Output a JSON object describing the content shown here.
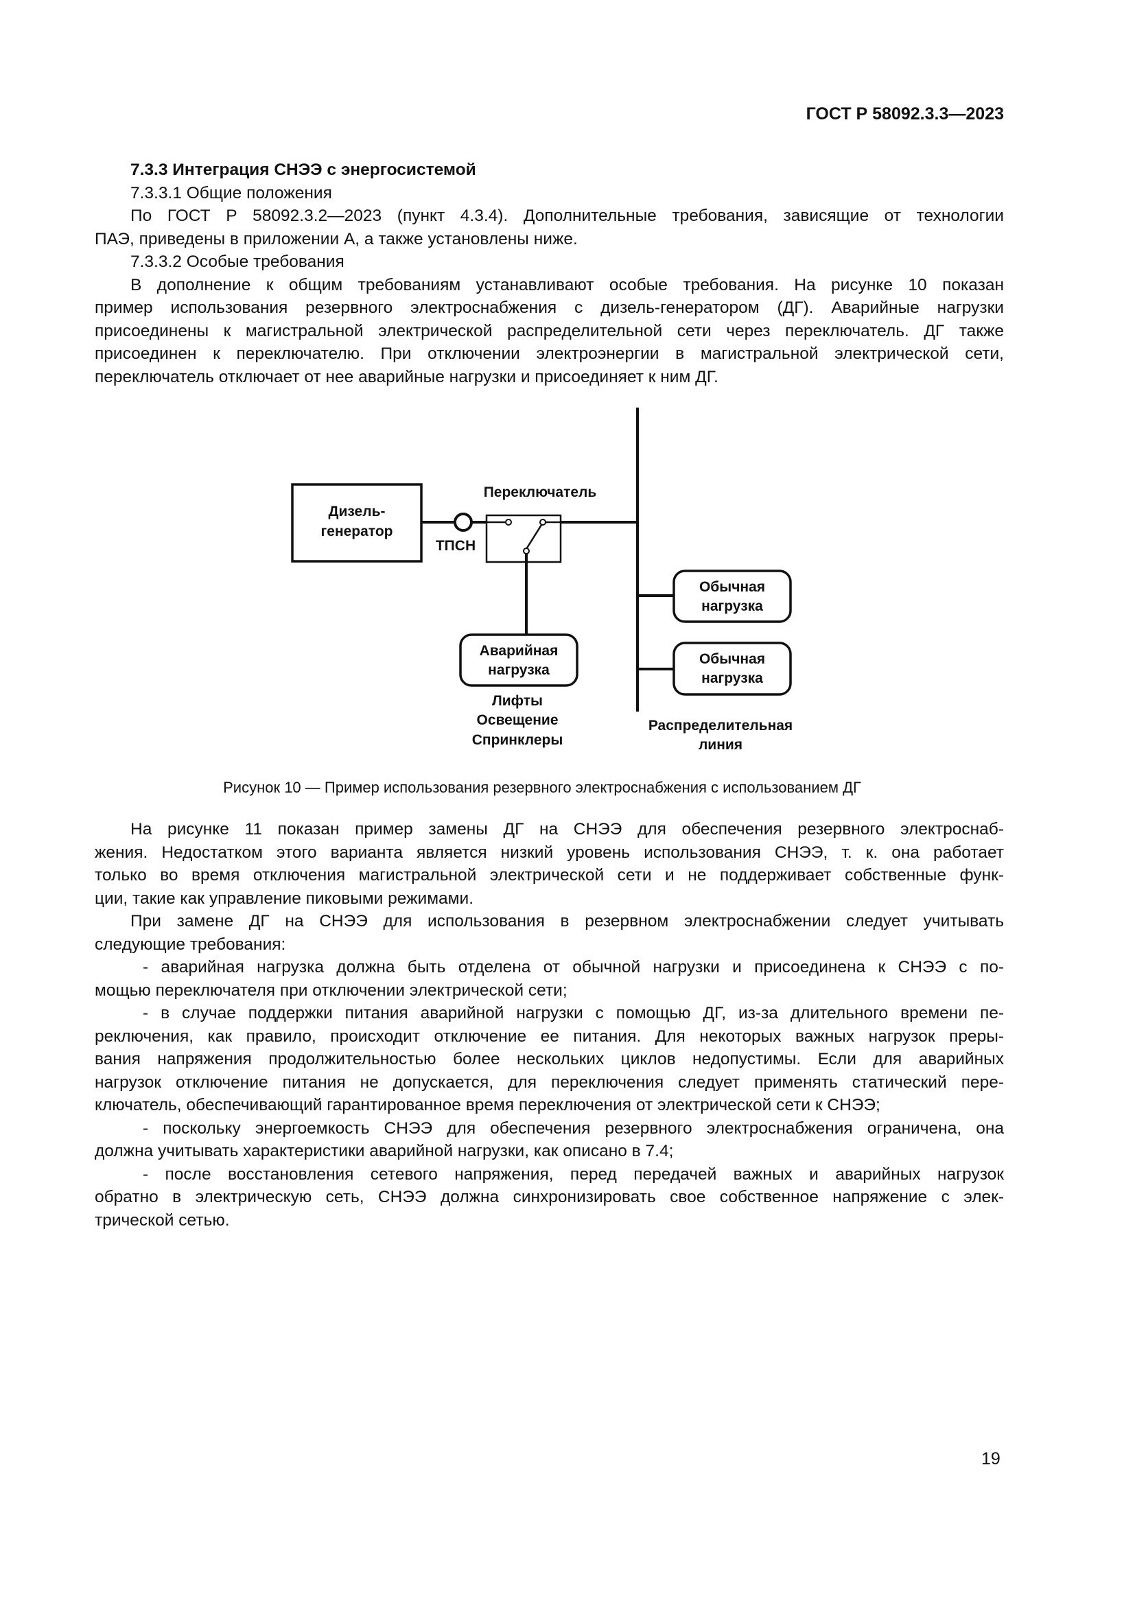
{
  "header": {
    "doc_id": "ГОСТ Р 58092.3.3—2023"
  },
  "top_block": [
    "7.3.3 Интеграция СНЭЭ с энергосистемой",
    "7.3.3.1 Общие положения",
    "По ГОСТ Р 58092.3.2—2023 (пункт 4.3.4). Дополнительные требования, зависящие от технологии",
    "ПАЭ, приведены в приложении А, а также установлены ниже.",
    "7.3.3.2 Особые требования",
    "В дополнение к общим требованиям устанавливают особые требования. На рисунке 10 показан",
    "пример использования резервного электроснабжения с дизель-генератором (ДГ). Аварийные нагрузки",
    "присоединены к магистральной электрической распределительной сети через переключатель. ДГ также",
    "присоединен к переключателю. При отключении электроэнергии в магистральной электрической сети,",
    "переключатель отключает от нее аварийные нагрузки и присоединяет к ним ДГ."
  ],
  "figure": {
    "generator": [
      "Дизель-",
      "генератор"
    ],
    "current_transformer": "ТПСН",
    "switch": "Переключатель",
    "emergency_load": [
      "Аварийная",
      "нагрузка"
    ],
    "emergency_examples": [
      "Лифты",
      "Освещение",
      "Спринклеры"
    ],
    "normal_load_1": [
      "Обычная",
      "нагрузка"
    ],
    "normal_load_2": [
      "Обычная",
      "нагрузка"
    ],
    "distribution_line": [
      "Распределительная",
      "линия"
    ],
    "caption": "Рисунок 10 — Пример использования резервного электроснабжения с использованием ДГ"
  },
  "bottom_block": [
    "На рисунке 11 показан пример замены ДГ на СНЭЭ для обеспечения резервного электроснаб-",
    "жения. Недостатком этого варианта является низкий уровень использования СНЭЭ, т. к. она работает",
    "только во время отключения магистральной электрической сети и не поддерживает собственные функ-",
    "ции, такие как управление пиковыми режимами.",
    "При замене ДГ на СНЭЭ для использования в резервном электроснабжении следует учитывать",
    "следующие требования:",
    "- аварийная нагрузка должна быть отделена от обычной нагрузки и присоединена к СНЭЭ с по-",
    "мощью переключателя при отключении электрической сети;",
    "- в случае поддержки питания аварийной нагрузки с помощью ДГ, из-за длительного времени пе-",
    "реключения, как правило, происходит отключение ее питания. Для некоторых важных нагрузок преры-",
    "вания напряжения продолжительностью более нескольких циклов недопустимы. Если для аварийных",
    "нагрузок отключение питания не допускается, для переключения следует применять статический пере-",
    "ключатель, обеспечивающий гарантированное время переключения от электрической сети к СНЭЭ;",
    "- поскольку энергоемкость СНЭЭ для обеспечения резервного электроснабжения ограничена, она",
    "должна учитывать характеристики аварийной нагрузки, как описано в 7.4;",
    "- после восстановления сетевого напряжения, перед передачей важных и аварийных нагрузок",
    "обратно в электрическую сеть, СНЭЭ должна синхронизировать свое собственное напряжение с элек-",
    "трической сетью."
  ],
  "footer": {
    "page_number": "19"
  }
}
